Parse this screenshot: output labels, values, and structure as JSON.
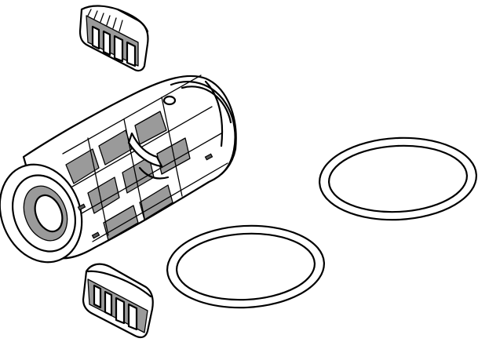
{
  "drawing": {
    "kind": "exploded technical line drawing",
    "parts": [
      "top-clip",
      "bottom-clip",
      "cartridge-body",
      "large-o-ring",
      "small-o-ring"
    ],
    "colors": {
      "line": "#000000",
      "fill": "#ffffff",
      "shade": "#9a9a9a",
      "dark_shade": "#5a5a5a"
    }
  }
}
